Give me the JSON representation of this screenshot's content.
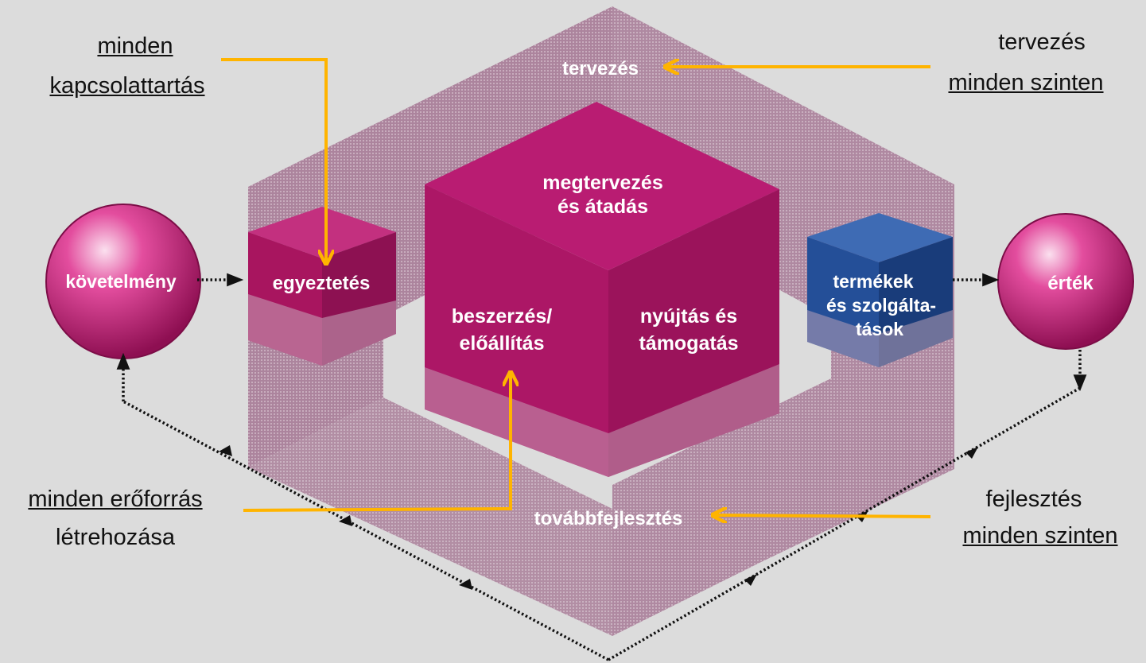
{
  "labels": {
    "top_left_line1": "minden",
    "top_left_line2": "kapcsolattartás",
    "top_right_line1": "tervezés",
    "top_right_line2": "minden szinten",
    "bottom_left_line1": "minden erőforrás",
    "bottom_left_line2": "létrehozása",
    "bottom_right_line1": "fejlesztés",
    "bottom_right_line2": "minden szinten"
  },
  "nodes": {
    "requirement": "követelmény",
    "value": "érték",
    "coordination": "egyeztetés",
    "products_line1": "termékek",
    "products_line2": "és szolgálta-",
    "products_line3": "tások"
  },
  "frame": {
    "top": "tervezés",
    "bottom": "továbbfejlesztés"
  },
  "cube": {
    "top_line1": "megtervezés",
    "top_line2": "és átadás",
    "left_line1": "beszerzés/",
    "left_line2": "előállítás",
    "right_line1": "nyújtás és",
    "right_line2": "támogatás"
  },
  "colors": {
    "background": "#dcdcdc",
    "magenta": "#b0186a",
    "frame": "#a77a96",
    "blue": "#1f4f94",
    "arrow": "#ffb400"
  }
}
